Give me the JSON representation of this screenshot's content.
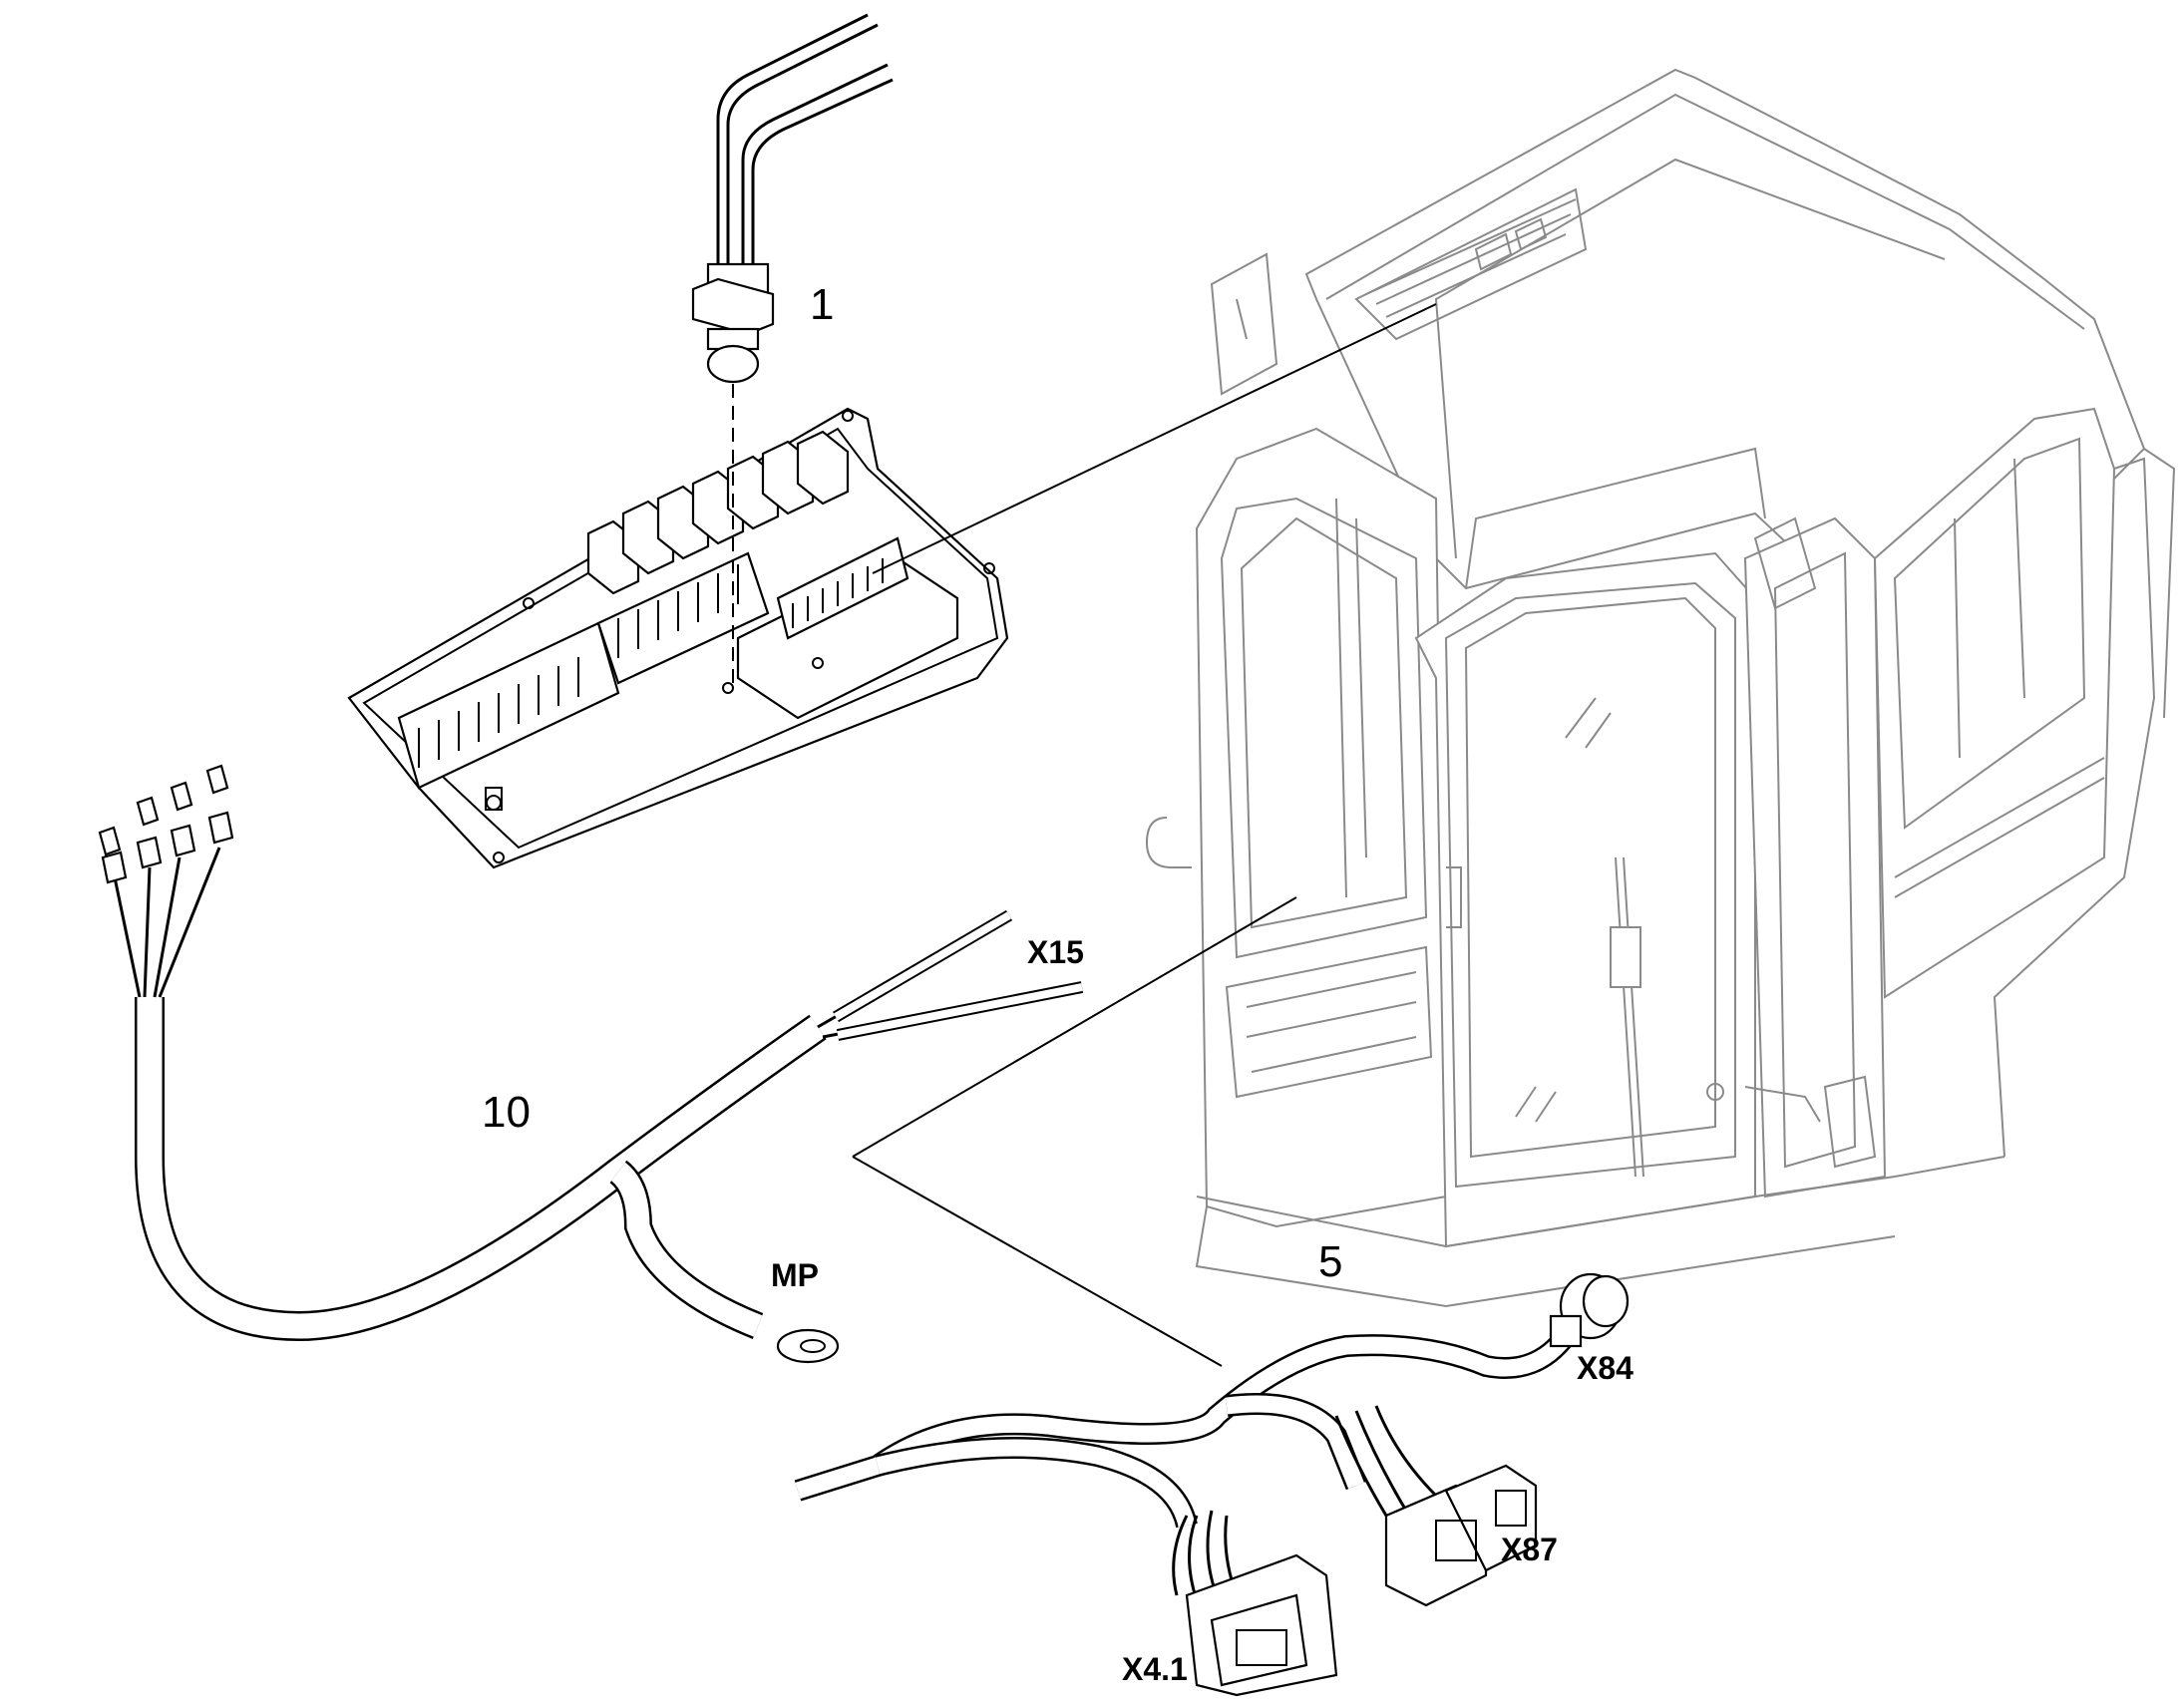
{
  "callouts": {
    "part_1": "1",
    "part_5": "5",
    "part_10": "10"
  },
  "connectors": {
    "x15": "X15",
    "mp": "MP",
    "x84": "X84",
    "x87": "X87",
    "x4_1": "X4.1"
  }
}
